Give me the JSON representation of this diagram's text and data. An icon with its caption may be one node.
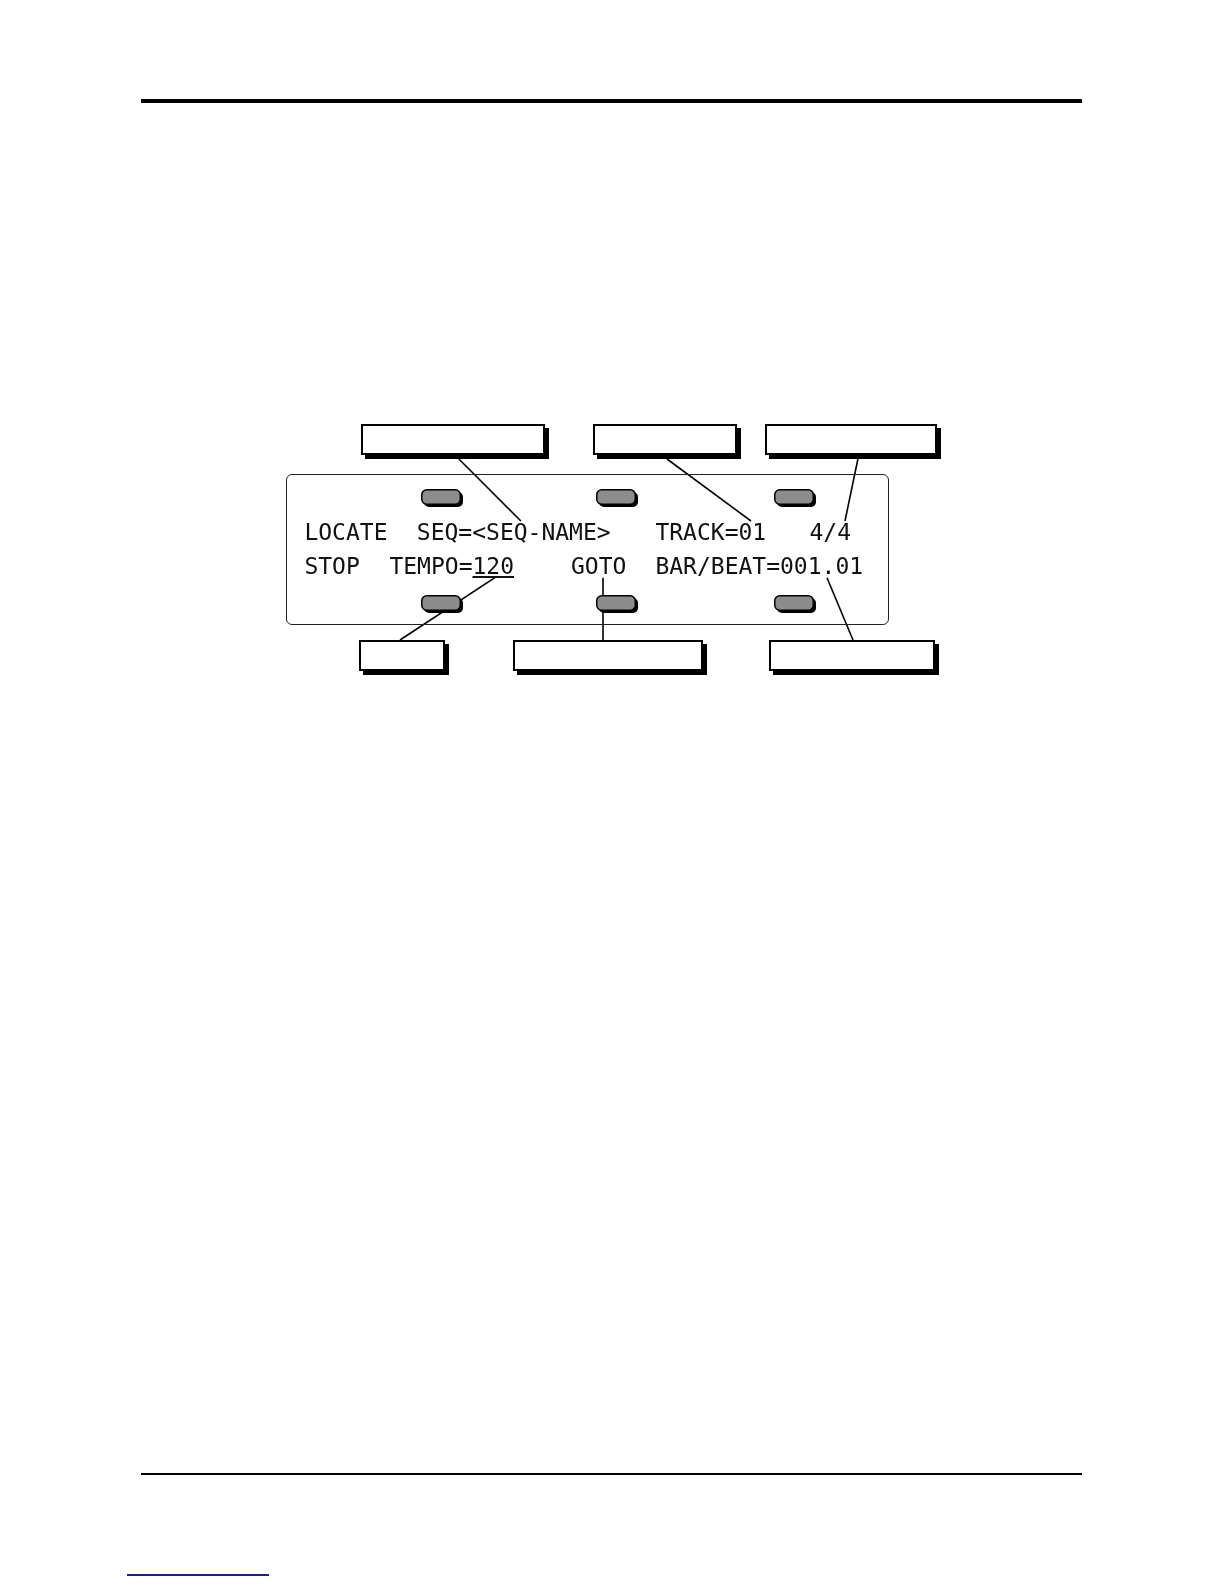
{
  "diagram": {
    "nodes": [
      {
        "text": [],
        "shape": "box"
      },
      {
        "text": [],
        "shape": "box"
      },
      {
        "text": [],
        "shape": "box"
      },
      {
        "text": [],
        "shape": "box"
      },
      {
        "text": [
          "<SEQ-NAME>"
        ],
        "in": 3
      },
      {
        "text": [
          "01"
        ],
        "in": 3
      },
      {
        "text": [
          "4/4"
        ],
        "in": 3
      },
      {
        "text": [
          "120"
        ],
        "in": 3
      },
      {
        "text": [
          "GOTO"
        ],
        "in": 3
      },
      {
        "text": [
          "001.01"
        ],
        "in": 3
      },
      {
        "text": [],
        "shape": "box"
      },
      {
        "text": [],
        "shape": "box"
      },
      {
        "text": [],
        "shape": "box"
      }
    ],
    "edges": [
      {
        "from": 0,
        "to": 4,
        "arrow": "none"
      },
      {
        "from": 1,
        "to": 5,
        "arrow": "none"
      },
      {
        "from": 2,
        "to": 6,
        "arrow": "none"
      },
      {
        "from": 10,
        "to": 7,
        "arrow": "none"
      },
      {
        "from": 11,
        "to": 8,
        "arrow": "none"
      },
      {
        "from": 12,
        "to": 9,
        "arrow": "none"
      }
    ],
    "labels": [
      "LOCATE",
      "SEQ=",
      "TRACK=",
      "STOP",
      "TEMPO=",
      "BAR/BEAT="
    ]
  }
}
